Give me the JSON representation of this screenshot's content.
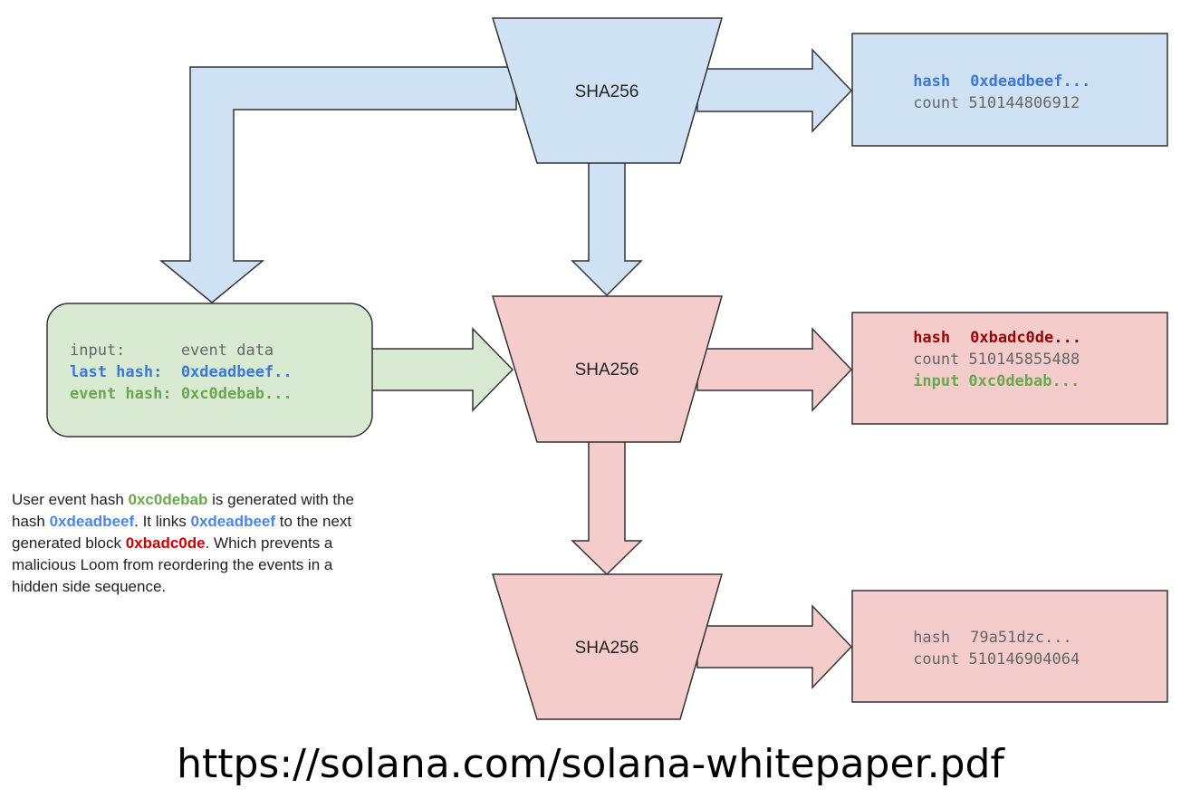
{
  "colors": {
    "blue_fill": "#cfe2f3",
    "pink_fill": "#f4cccc",
    "green_fill": "#d9ead3",
    "stroke": "#333333",
    "blue_text": "#3c78d8",
    "red_text": "#990000",
    "green_text": "#6aa84f",
    "gray_text": "#666666"
  },
  "nodes": {
    "sha_top": "SHA256",
    "sha_mid": "SHA256",
    "sha_bottom": "SHA256"
  },
  "input_box": {
    "line1": "input:      event data",
    "line2": "last hash:  0xdeadbeef..",
    "line3": "event hash: 0xc0debab..."
  },
  "output_top": {
    "hash_label": "hash",
    "hash_value": "0xdeadbeef...",
    "count_label": "count",
    "count_value": "510144806912"
  },
  "output_mid": {
    "hash_label": "hash",
    "hash_value": "0xbadc0de...",
    "count_label": "count",
    "count_value": "510145855488",
    "input_label": "input",
    "input_value": "0xc0debab..."
  },
  "output_bottom": {
    "hash_label": "hash",
    "hash_value": "79a51dzc...",
    "count_label": "count",
    "count_value": "510146904064"
  },
  "caption": {
    "p1": "User event hash ",
    "h1": "0xc0debab",
    "p2": " is generated with the hash ",
    "h2": "0xdeadbeef",
    "p3": ".  It links ",
    "h3": "0xdeadbeef",
    "p4": " to the next generated block ",
    "h4": "0xbadc0de",
    "p5": ".  Which prevents a malicious Loom from reordering the events in a hidden side sequence."
  },
  "url": "https://solana.com/solana-whitepaper.pdf"
}
